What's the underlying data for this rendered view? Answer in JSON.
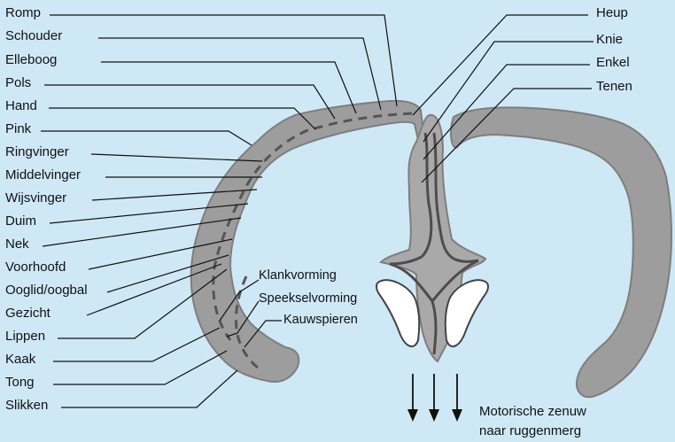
{
  "colors": {
    "background": "#cfe8f6",
    "cortex_fill": "#9d9d9d",
    "cortex_light": "#a9a9a9",
    "cortex_outline": "#7e7e7e",
    "nerve_line": "#4d4d4d",
    "ventricle": "#ffffff",
    "text": "#111111"
  },
  "left_labels": [
    "Romp",
    "Schouder",
    "Elleboog",
    "Pols",
    "Hand",
    "Pink",
    "Ringvinger",
    "Middelvinger",
    "Wijsvinger",
    "Duim",
    "Nek",
    "Voorhoofd",
    "Ooglid/oogbal",
    "Gezicht",
    "Lippen",
    "Kaak",
    "Tong",
    "Slikken"
  ],
  "right_labels": [
    "Heup",
    "Knie",
    "Enkel",
    "Tenen"
  ],
  "inner_labels": [
    "Klankvorming",
    "Speekselvorming",
    "Kauwspieren"
  ],
  "motor_note": {
    "line1": "Motorische zenuw",
    "line2": "naar ruggenmerg"
  },
  "icons": [
    "down-arrow-icon"
  ]
}
